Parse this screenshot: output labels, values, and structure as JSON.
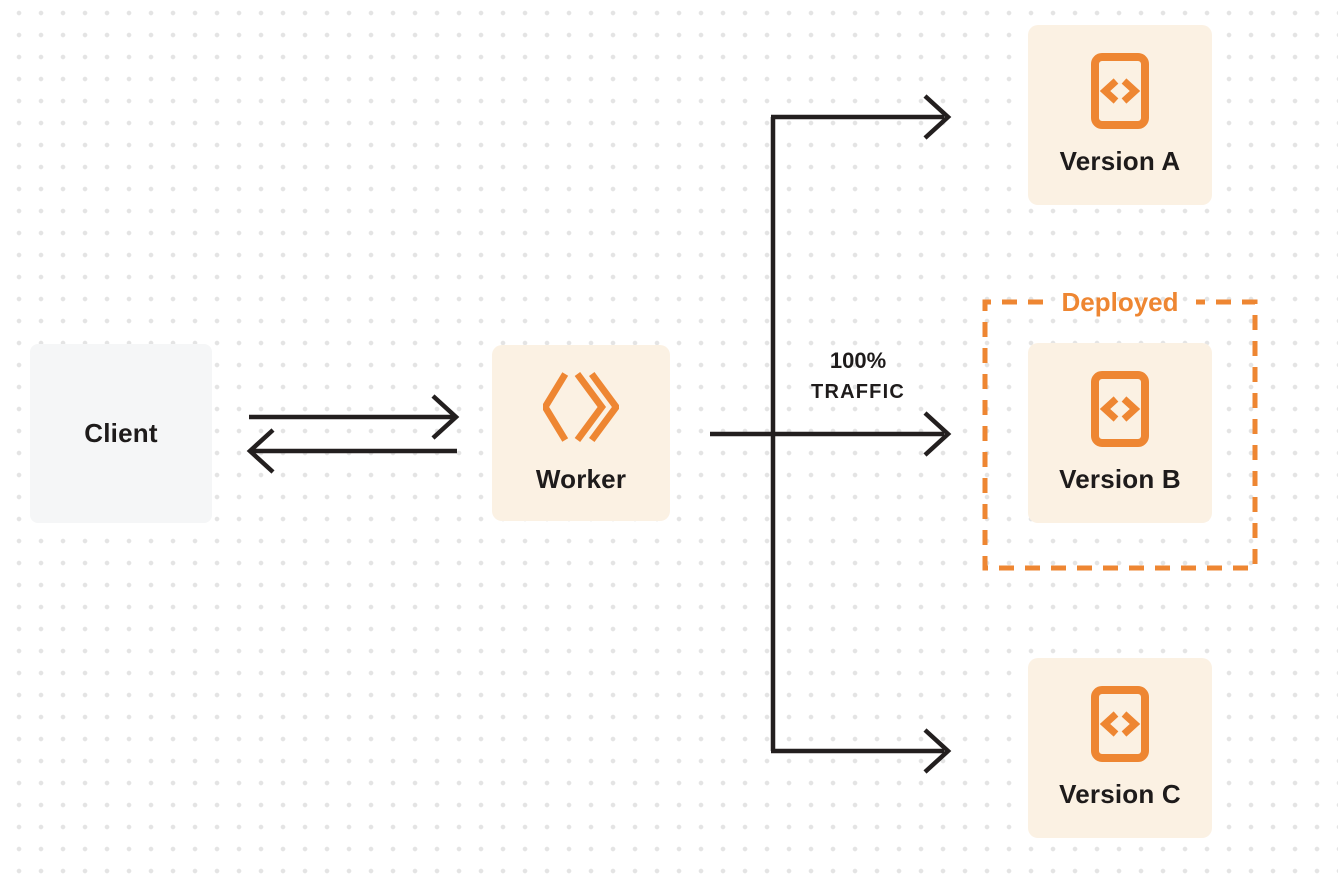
{
  "colors": {
    "accent_orange": "#EE8632",
    "node_fill_cream": "#FBF1E3",
    "node_fill_gray": "#F5F6F7",
    "connector_line": "#231F1F",
    "label_text": "#1E1B1B",
    "background": "#FFFFFF",
    "background_dot": "#E4E4E4"
  },
  "nodes": {
    "client": {
      "label": "Client"
    },
    "worker": {
      "label": "Worker",
      "icon": "cloudflare-workers-icon"
    },
    "version_a": {
      "label": "Version A",
      "icon": "code-file-icon"
    },
    "version_b": {
      "label": "Version B",
      "icon": "code-file-icon"
    },
    "version_c": {
      "label": "Version C",
      "icon": "code-file-icon"
    }
  },
  "annotations": {
    "traffic": {
      "line1": "100%",
      "line2": "TRAFFIC"
    },
    "deployed": {
      "label": "Deployed"
    }
  }
}
